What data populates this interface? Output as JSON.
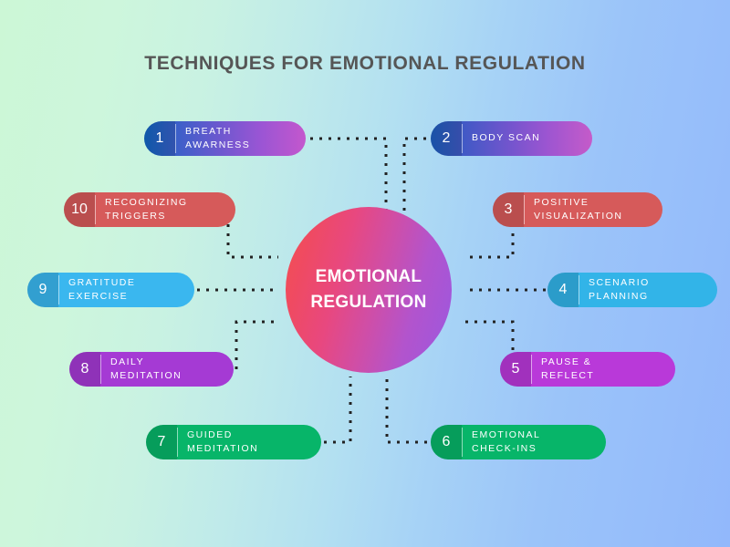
{
  "infographic": {
    "title": "TECHNIQUES FOR EMOTIONAL REGULATION",
    "center": {
      "line1": "EMOTIONAL",
      "line2": "REGULATION",
      "gradient_from": "#f4504f",
      "gradient_to": "#9b57e0"
    },
    "background": {
      "from": "#ccf7d6",
      "to": "#92b8fb"
    },
    "title_color": "#565656",
    "connector_color": "#222222",
    "nodes": [
      {
        "number": "1",
        "line1": "BREATH",
        "line2": "AWARNESS",
        "color": "#1166c4",
        "color_end": "#c457cd",
        "side": "left"
      },
      {
        "number": "2",
        "line1": "BODY SCAN",
        "line2": "",
        "color": "#1e5fc0",
        "color_end": "#c55bc9",
        "side": "right"
      },
      {
        "number": "3",
        "line1": "POSITIVE",
        "line2": "VISUALIZATION",
        "color": "#d65a5a",
        "color_end": "#d65a5a",
        "side": "right"
      },
      {
        "number": "4",
        "line1": "SCENARIO",
        "line2": "PLANNING",
        "color": "#32b4e8",
        "color_end": "#32b4e8",
        "side": "right"
      },
      {
        "number": "5",
        "line1": "PAUSE &",
        "line2": "REFLECT",
        "color": "#b939d9",
        "color_end": "#b939d9",
        "side": "right"
      },
      {
        "number": "6",
        "line1": "EMOTIONAL",
        "line2": "CHECK-INS",
        "color": "#07b569",
        "color_end": "#07b569",
        "side": "right"
      },
      {
        "number": "7",
        "line1": "GUIDED",
        "line2": "MEDITATION",
        "color": "#07b569",
        "color_end": "#07b569",
        "side": "left"
      },
      {
        "number": "8",
        "line1": "DAILY",
        "line2": "MEDITATION",
        "color": "#a53ad4",
        "color_end": "#a53ad4",
        "side": "left"
      },
      {
        "number": "9",
        "line1": "GRATITUDE",
        "line2": "EXERCISE",
        "color": "#3ab7ef",
        "color_end": "#3ab7ef",
        "side": "left"
      },
      {
        "number": "10",
        "line1": "RECOGNIZING",
        "line2": "TRIGGERS",
        "color": "#d65a5a",
        "color_end": "#d65a5a",
        "side": "left"
      }
    ]
  }
}
